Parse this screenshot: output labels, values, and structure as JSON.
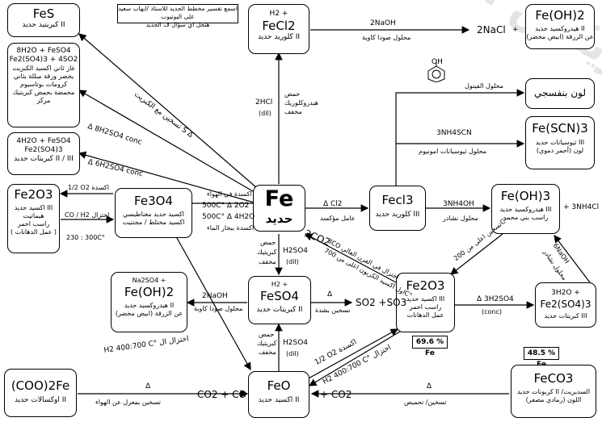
{
  "watermark": "موقع ايجي فيزيكس المدرس",
  "note": {
    "line1": "اسمع تفسير مخطط الحديد للاستاذ /ايهاب سعيد على اليوتيوب",
    "line2": "هتحل اي سؤال ف الحديد"
  },
  "center": {
    "formula": "Fe",
    "name": "حديد"
  },
  "boxes": {
    "fes": {
      "formula": "FeS",
      "name": "كبريتيد حديد II"
    },
    "so2": {
      "l1": "8H2O + FeSO4",
      "l2": "Fe2(SO4)3 + 4SO2",
      "l3": "غاز ثاني اكسيد الكبريت",
      "l4": "يخضر ورقة مبللة بثاني",
      "l5": "كرومات بوتاسيوم",
      "l6": "محمضة بحمض كبريتيك",
      "l7": "مركز"
    },
    "fe2so43": {
      "l1": "4H2O + FeSO4",
      "l2": "Fe2(SO4)3",
      "l3": "كبريتات حديد II / III"
    },
    "fe2o3_left": {
      "formula": "Fe2O3",
      "n1": "اكسيد حديد III",
      "n2": "هيماتيت",
      "n3": "راسب احمر",
      "n4": "( عمل الدهانات )"
    },
    "fe3o4": {
      "formula": "Fe3O4",
      "n1": "اكسيد حديد مغناطيسي",
      "n2": "اكسيد مختلط / مجنتيت"
    },
    "fecl2": {
      "pre": "H2 +",
      "formula": "FeCl2",
      "name": "كلوريد حديد II"
    },
    "feoh2_top": {
      "formula": "Fe(OH)2",
      "n1": "هيدروكسيد حديد II",
      "n2": "عن الزرقة (ابيض مخضر)"
    },
    "violet": {
      "text": "لون بنفسجي"
    },
    "fescn3": {
      "formula": "Fe(SCN)3",
      "n1": "ثيوسيانات حديد III",
      "n2": "لون (أحمر دموي)"
    },
    "fecl3": {
      "formula": "Fecl3",
      "name": "كلوريد حديد III"
    },
    "feoh3": {
      "formula": "Fe(OH)3",
      "n1": "هيدروكسيد حديد III",
      "n2": "راسب بني محمر"
    },
    "feoh2_mid": {
      "pre": "Na2SO4 +",
      "formula": "Fe(OH)2",
      "n1": "هيدروكسيد حديد II",
      "n2": "عن الزرقة (ابيض مخضر)"
    },
    "feso4": {
      "pre": "H2 +",
      "formula": "FeSO4",
      "name": "كبريتات حديد II"
    },
    "fe2o3_right": {
      "formula": "Fe2O3",
      "n1": "اكسيد حديد III",
      "n2": "راسب احمر",
      "n3": "عمل الدهانات"
    },
    "fe2so43_right": {
      "l1": "3H2O +",
      "formula": "Fe2(SO4)3",
      "name": "كبريتات حديد III"
    },
    "oxalate": {
      "formula": "(COO)2Fe",
      "name": "اوكسالات حديد II"
    },
    "feo": {
      "formula": "FeO",
      "name": "اكسيد حديد II"
    },
    "feco3": {
      "formula": "FeCO3",
      "n1": "كربونات حديد II /السديريت",
      "n2": "اللون (رمادي مصفر)"
    }
  },
  "percents": {
    "fe2o3": "69.6 % Fe",
    "feco3": "48.5 % Fe"
  },
  "labels": {
    "heat_s": "تسخين مع الكبريت S Δ",
    "conc_8": "Δ 8H2SO4  conc",
    "conc_6": "Δ 6H2SO4 conc",
    "o2_half": "1/2 O2  اكسدة",
    "co_h2": "CO / H2  اختزال",
    "t230": "230 : 300C°",
    "air_ox": "اكسدة في الهواء",
    "t500": "500C° Δ 2O2",
    "t500b": "500C° Δ 4H2O",
    "steam": "اكسدة ببخار الماء",
    "hcl_a": "حمض",
    "hcl_b": "هيدروكلوريك",
    "hcl_c": "مخفف",
    "hcl_d": "2HCl",
    "hcl_e": "(dil)",
    "naoh_top": "2NaOH",
    "naoh_top_b": "محلول صودا كاوية",
    "nacl": "2NaCl",
    "phenol": "محلول الفينول",
    "nh4scn": "3NH4SCN",
    "nh4scn_b": "محلول ثيوسيانات امونيوم",
    "cl2": "Δ Cl2",
    "cl2_b": "عامل مؤكسد",
    "nh4oh": "3NH4OH",
    "nh4oh_b": "محلول نشادر",
    "nh4cl": "+ 3NH4Cl",
    "heat200": "تسخين اعلى من 200C°",
    "h2so4_dil": "حمض",
    "h2so4_dil_b": "كبريتيك",
    "h2so4_dil_c": "مخفف",
    "h2so4_x": "H2SO4",
    "h2so4_x_b": "(dil)",
    "co2_3": "3CO2",
    "reduce_3co": "3CO اختزال في الفرن العالي",
    "reduce_3co_b": "اول اكسيد الكربون اعلى من 700C°",
    "naoh_mid": "2NaOH",
    "naoh_mid_b": "محلول صودا كاوية",
    "so2so3": "SO2 +SO3",
    "heat_strong": "تسخين بشدة",
    "d3h2so4": "Δ 3H2SO4",
    "conc": "(conc)",
    "naoh6": "6NaOH",
    "naoh6_b": "محلول نشادر",
    "h2_400_left": "H2 400:700 C° اختزال ال",
    "h2_400_right": "H2 400:700 C° اختزال",
    "o2_ox": "1/2 O2 اكسدة",
    "h2so4_feo": "حمض",
    "h2so4_feo_b": "كبريتيك",
    "h2so4_feo_c": "مخفف",
    "h2so4_feo_d": "H2SO4",
    "h2so4_feo_e": "(dil)",
    "co2co": "CO2 + CO",
    "plus_co2": "+ CO2",
    "ox_delta": "Δ",
    "ox_text": "تسخين بمعزل عن الهواء",
    "co3_delta": "Δ",
    "co3_text": "تسخين/ تحميص",
    "plus": "+"
  }
}
